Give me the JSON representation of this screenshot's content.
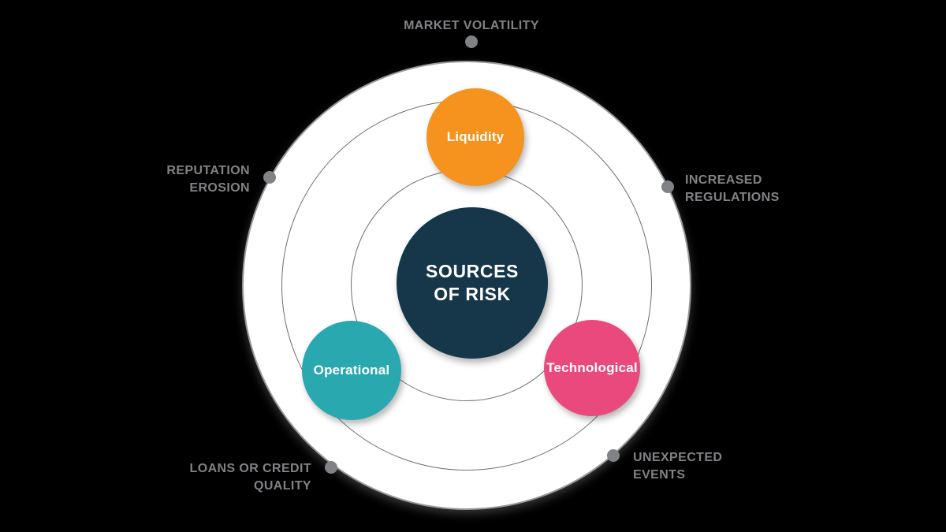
{
  "diagram": {
    "type": "radial-orbit-diagram",
    "hub": {
      "label_line1": "SOURCES",
      "label_line2": "OF RISK",
      "color": "#16374a",
      "text_color": "#ffffff"
    },
    "categories": [
      {
        "name": "Liquidity",
        "color": "#f6921e",
        "position": "top"
      },
      {
        "name": "Operational",
        "color": "#2aa8b0",
        "position": "bottom-left"
      },
      {
        "name": "Technological",
        "color": "#e9497c",
        "position": "bottom-right"
      }
    ],
    "outer_labels": [
      {
        "position": "top",
        "lines": [
          "MARKET VOLATILITY",
          ""
        ]
      },
      {
        "position": "right",
        "lines": [
          "INCREASED",
          "REGULATIONS"
        ]
      },
      {
        "position": "bottom-right",
        "lines": [
          "UNEXPECTED",
          "EVENTS"
        ]
      },
      {
        "position": "bottom-left",
        "lines": [
          "LOANS OR CREDIT",
          "QUALITY"
        ]
      },
      {
        "position": "left",
        "lines": [
          "REPUTATION",
          "EROSION"
        ]
      }
    ],
    "colors": {
      "background": "#000000",
      "disc_fill": "#ffffff",
      "disc_border": "#98999b",
      "ring_line": "#6d6e71",
      "label_text": "#808285",
      "dot": "#808285"
    }
  }
}
